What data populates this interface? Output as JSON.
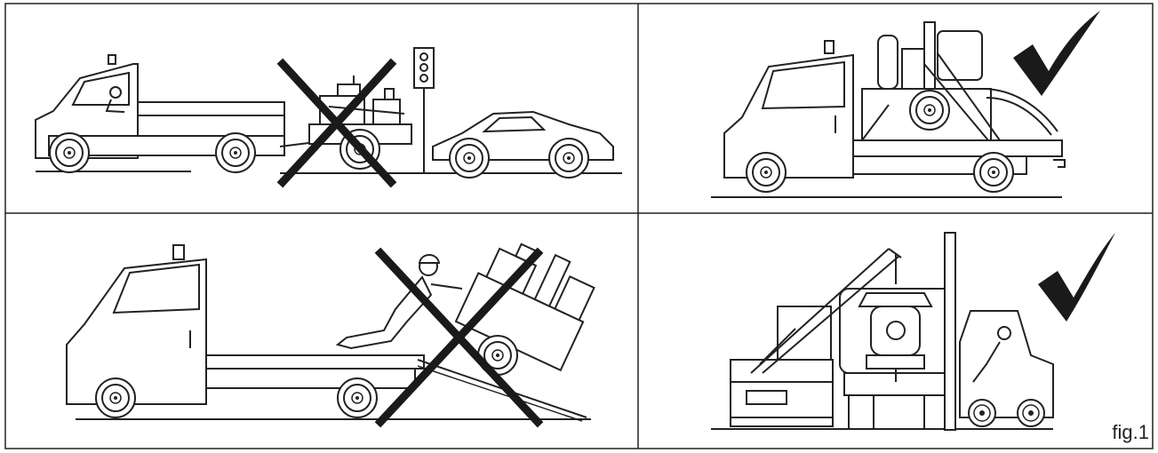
{
  "figure": {
    "caption": "fig.1",
    "line_color": "#222222",
    "cross_color": "#1a1a1a",
    "check_color": "#1a1a1a",
    "panels": [
      {
        "id": "towing-pump-prohibited",
        "mark": "cross-icon",
        "allowed": false
      },
      {
        "id": "pump-secured-on-truck",
        "mark": "check-icon",
        "allowed": true
      },
      {
        "id": "ramp-loading-prohibited",
        "mark": "cross-icon",
        "allowed": false
      },
      {
        "id": "lifting-with-crane",
        "mark": "check-icon",
        "allowed": true
      }
    ]
  }
}
